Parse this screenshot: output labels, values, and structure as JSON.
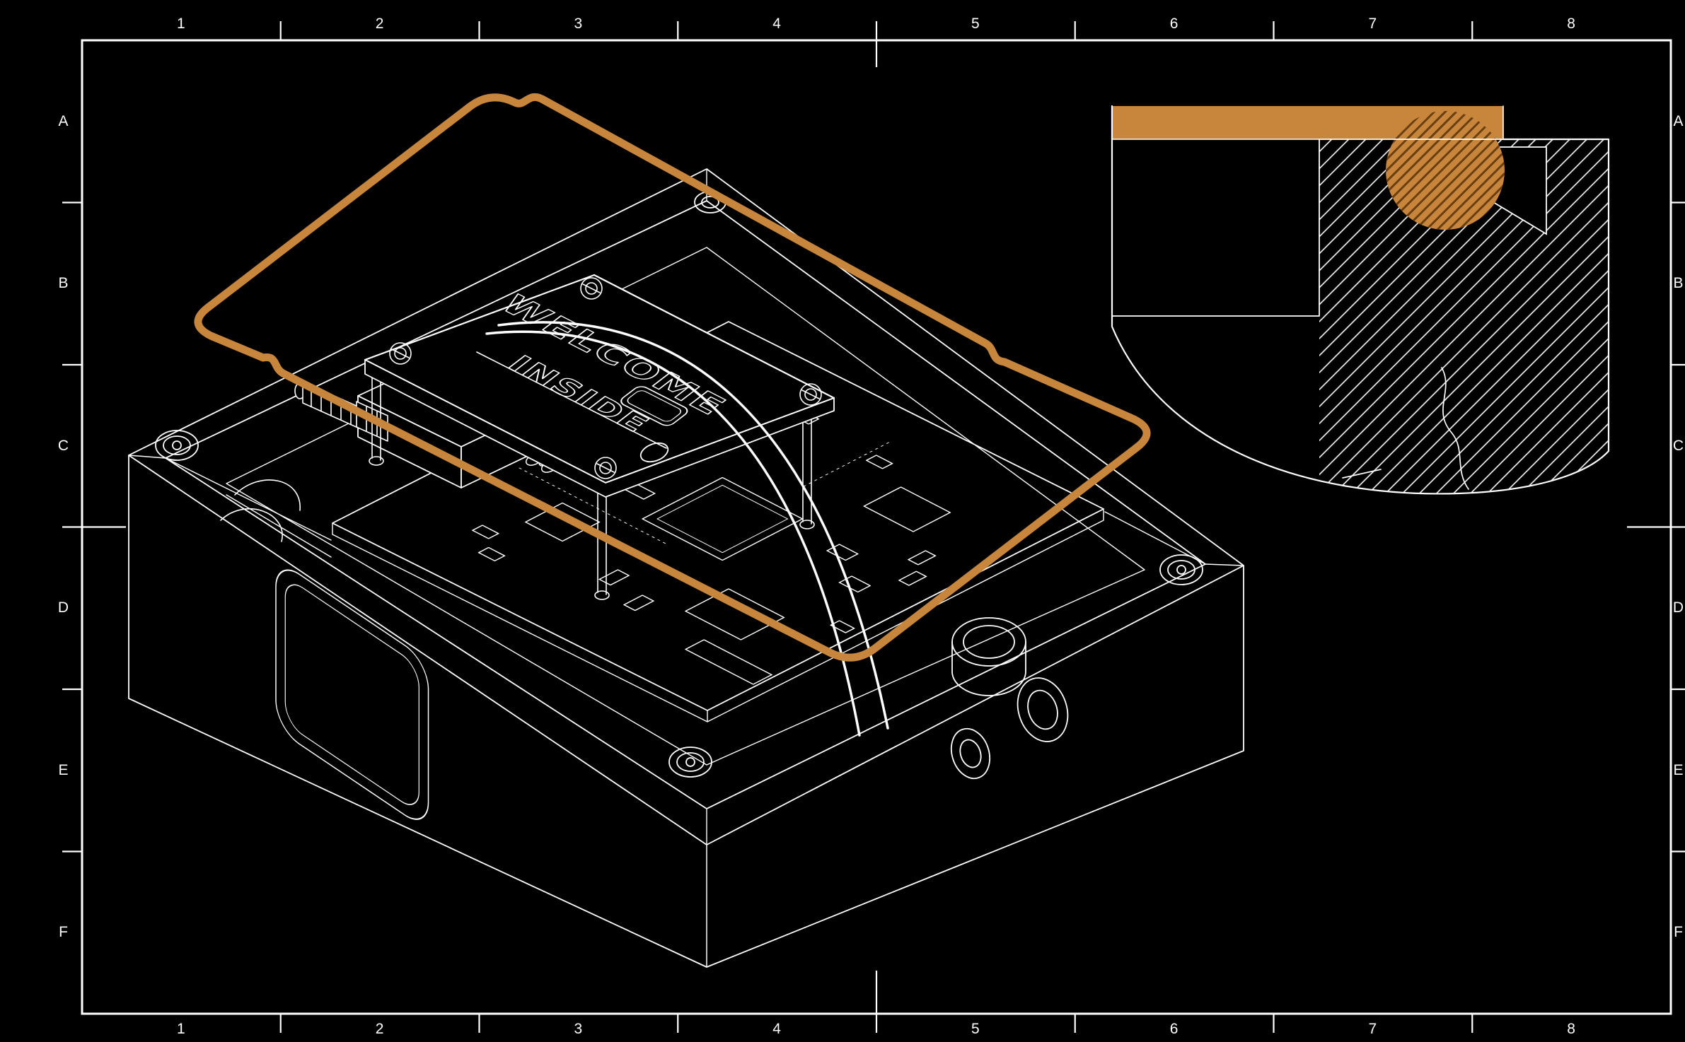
{
  "drawing": {
    "background_color": "#000000",
    "line_color": "#ffffff",
    "accent_color": "#c8863d",
    "frame": {
      "zone_columns": [
        "1",
        "2",
        "3",
        "4",
        "5",
        "6",
        "7",
        "8"
      ],
      "zone_rows": [
        "A",
        "B",
        "C",
        "D",
        "E",
        "F"
      ]
    },
    "plate_text": {
      "line1": "WELCOME",
      "line2": "INSIDE"
    }
  }
}
